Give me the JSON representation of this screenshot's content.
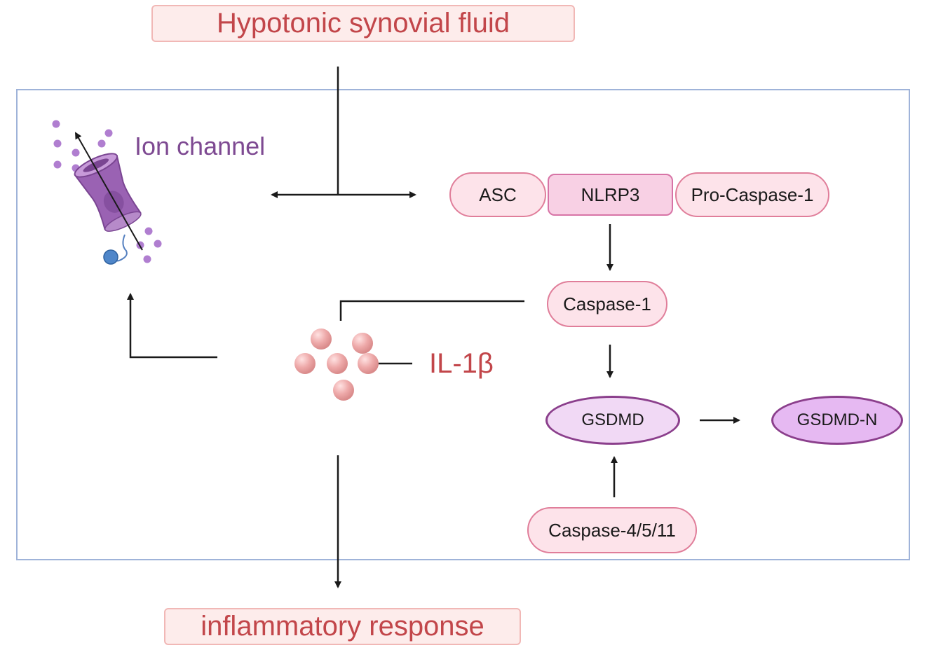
{
  "top_banner": "Hypotonic synovial fluid",
  "bottom_banner": "inflammatory response",
  "ion_channel_label": "Ion channel",
  "il1b_label": "IL-1β",
  "inflammasome": {
    "asc": "ASC",
    "nlrp3": "NLRP3",
    "pro_caspase": "Pro-Caspase-1"
  },
  "caspase1": "Caspase-1",
  "gsdmd": "GSDMD",
  "gsdmd_n": "GSDMD-N",
  "caspase_noncanonical": "Caspase-4/5/11",
  "colors": {
    "cell_border": "#9fb3d9",
    "arrow": "#1a1a1a",
    "banner_text": "#c2464a",
    "ion_channel": "#9a62b3",
    "il1b_particle": "#eeaaaa"
  }
}
